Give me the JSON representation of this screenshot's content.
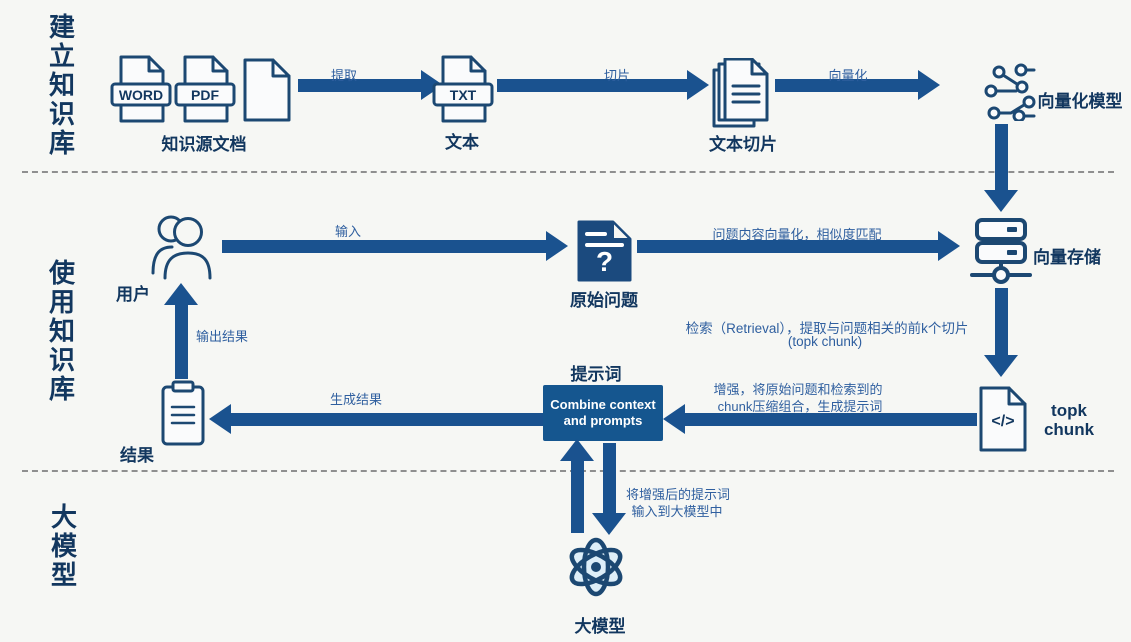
{
  "sections": {
    "build": {
      "label": "建立知识库"
    },
    "use": {
      "label": "使用知识库"
    },
    "llm": {
      "label": "大模型"
    }
  },
  "build_flow": {
    "source_docs": {
      "word_badge": "WORD",
      "pdf_badge": "PDF",
      "label": "知识源文档"
    },
    "extract_arrow_label": "提取",
    "text_doc": {
      "badge": "TXT",
      "label": "文本"
    },
    "slice_arrow_label": "切片",
    "chunks": {
      "label": "文本切片"
    },
    "vectorize_arrow_label": "向量化",
    "embedding_model": {
      "label": "向量化模型"
    }
  },
  "use_flow": {
    "user": {
      "label": "用户"
    },
    "input_arrow_label": "输入",
    "question": {
      "glyph": "?",
      "label": "原始问题"
    },
    "match_arrow_label": "问题内容向量化，相似度匹配",
    "vector_store": {
      "label": "向量存储"
    },
    "retrieval_label_line1": "检索（Retrieval），提取与问题相关的前k个切片",
    "retrieval_label_line2": "(topk chunk)",
    "topk_chunk": {
      "glyph": "</>",
      "label_line1": "topk",
      "label_line2": "chunk"
    },
    "augment_label_line1": "增强，将原始问题和检索到的",
    "augment_label_line2": "chunk压缩组合，生成提示词",
    "prompt": {
      "title": "提示词",
      "box_label": "Combine context and prompts"
    },
    "generate_arrow_label": "生成结果",
    "result": {
      "label": "结果"
    },
    "output_arrow_label": "输出结果"
  },
  "llm_flow": {
    "feed_label_line1": "将增强后的提示词",
    "feed_label_line2": "输入到大模型中",
    "model": {
      "label": "大模型"
    }
  },
  "colors": {
    "background": "#f6f7f4",
    "navy": "#1c4872",
    "arrow_blue": "#1a528f",
    "label_navy": "#12375f",
    "arrow_label_blue": "#2f5f9f",
    "box_bg": "#15568f",
    "question_doc_fill": "#1b4a7e",
    "divider_gray": "#8f8f8f"
  }
}
